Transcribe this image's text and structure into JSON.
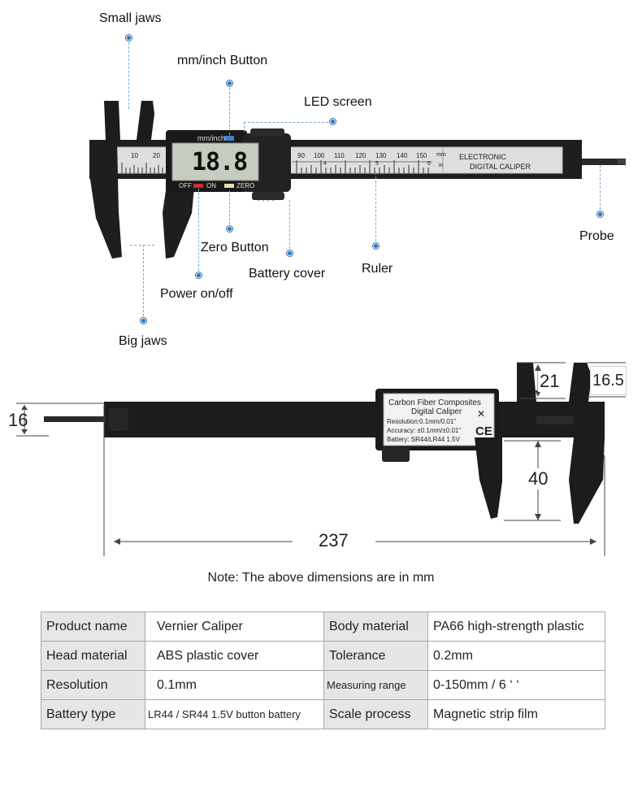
{
  "callouts": {
    "small_jaws": "Small jaws",
    "mm_inch_button": "mm/inch Button",
    "led_screen": "LED screen",
    "zero_button": "Zero Button",
    "battery_cover": "Battery cover",
    "ruler": "Ruler",
    "probe": "Probe",
    "power": "Power on/off",
    "big_jaws": "Big jaws"
  },
  "device": {
    "mode_label": "mm/inch",
    "display_value": "18.8",
    "off_label": "OFF",
    "on_label": "ON",
    "zero_label": "ZERO",
    "ruler_title_1": "ELECTRONIC",
    "ruler_title_2": "DIGITAL CALIPER",
    "unit_mm": "mm",
    "unit_in": "in",
    "scale_left": [
      "10",
      "20"
    ],
    "scale_right": [
      "90",
      "100",
      "110",
      "120",
      "130",
      "140",
      "150"
    ],
    "inch_marks": [
      "4",
      "5",
      "6"
    ]
  },
  "back_label": {
    "line1": "Carbon Fiber Composites",
    "line2": "Digital Caliper",
    "line3": "Resolution:0.1mm/0.01\"",
    "line4": "Accuracy: ±0.1mm/±0.01\"",
    "line5": "Battery: SR44/LR44 1.5V",
    "ce": "CE"
  },
  "dimensions": {
    "probe": "16",
    "small_jaw": "21",
    "small_jaw_width": "16.5",
    "big_jaw": "40",
    "length": "237"
  },
  "note": "Note: The above dimensions are in mm",
  "specs": [
    [
      "Product name",
      "Vernier Caliper",
      "Body material",
      "PA66 high-strength plastic"
    ],
    [
      "Head material",
      "ABS plastic cover",
      "Tolerance",
      "0.2mm"
    ],
    [
      "Resolution",
      "0.1mm",
      "Measuring range",
      "0-150mm / 6 ‘ ‘"
    ],
    [
      "Battery type",
      "LR44 / SR44 1.5V button battery",
      "Scale process",
      "Magnetic strip film"
    ]
  ],
  "colors": {
    "body": "#1c1c1c",
    "ruler": "#dcdcdc",
    "lcd": "#c9cfc3",
    "accent": "#2a6fb0"
  }
}
